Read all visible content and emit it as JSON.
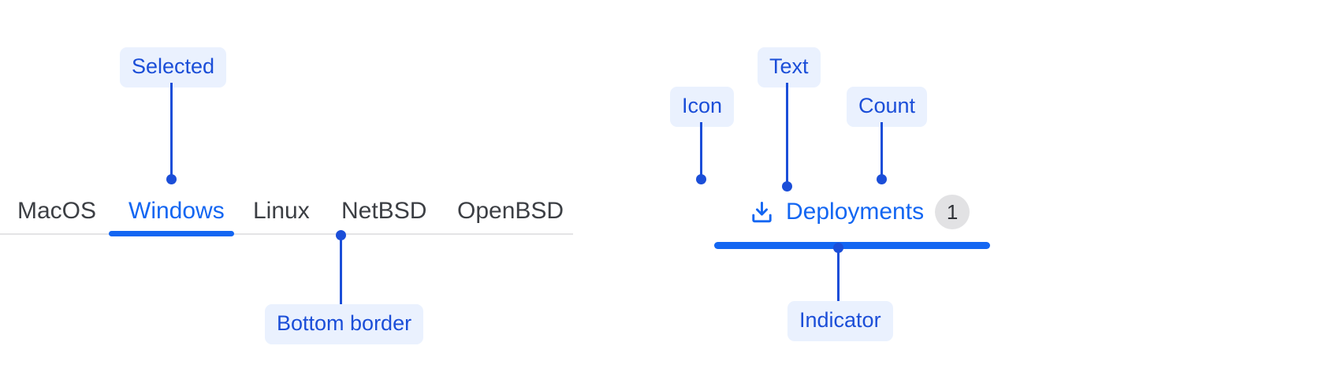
{
  "left_group": {
    "tabs": [
      {
        "label": "MacOS",
        "selected": false
      },
      {
        "label": "Windows",
        "selected": true
      },
      {
        "label": "Linux",
        "selected": false
      },
      {
        "label": "NetBSD",
        "selected": false
      },
      {
        "label": "OpenBSD",
        "selected": false
      }
    ],
    "annotations": {
      "selected": "Selected",
      "bottom_border": "Bottom border"
    }
  },
  "right_group": {
    "tab": {
      "icon": "download-icon",
      "label": "Deployments",
      "count": "1"
    },
    "annotations": {
      "icon": "Icon",
      "text": "Text",
      "count": "Count",
      "indicator": "Indicator"
    }
  },
  "colors": {
    "accent": "#1366f2",
    "annotation_text": "#1b4ed8",
    "annotation_background": "#eaf1fe",
    "tab_text": "#3c3f44",
    "baseline": "#e4e4e6",
    "badge_background": "#e2e2e4",
    "badge_text": "#2f3237"
  }
}
